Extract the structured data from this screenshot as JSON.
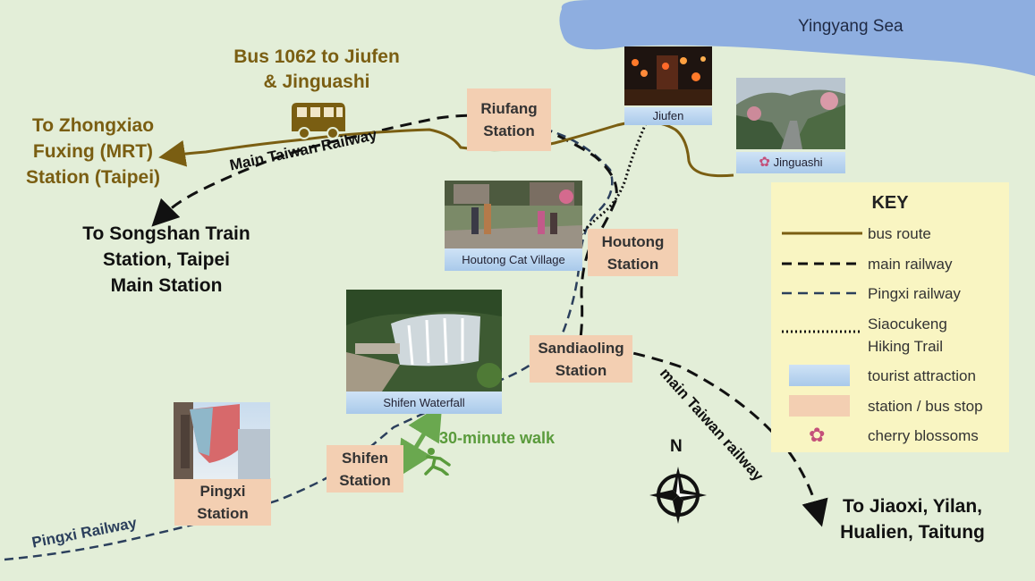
{
  "colors": {
    "background": "#e3eed8",
    "sea": "#8eaee0",
    "bus_route": "#7a5e12",
    "main_railway": "#111111",
    "pingxi_railway": "#2b3f5c",
    "station_fill": "#f3cfb2",
    "attraction_fill": "#c6dcf4",
    "walk_green": "#5a9b3c",
    "key_fill": "#f9f5c2"
  },
  "sea": {
    "label": "Yingyang Sea"
  },
  "labels": {
    "bus_1062": "Bus 1062 to Jiufen\n& Jinguashi",
    "to_zhongxiao": "To Zhongxiao\nFuxing (MRT)\nStation (Taipei)",
    "to_songshan": "To Songshan Train\nStation, Taipei\nMain Station",
    "main_taiwan_railway": "Main Taiwan Railway",
    "main_taiwan_railway_lower": "main Taiwan railway",
    "pingxi_railway": "Pingxi Railway",
    "to_jiaoxi": "To Jiaoxi, Yilan,\nHualien, Taitung",
    "walk": "30-minute walk",
    "compass_n": "N"
  },
  "stations": [
    {
      "id": "riufang",
      "name": "Riufang\nStation"
    },
    {
      "id": "houtong",
      "name": "Houtong\nStation"
    },
    {
      "id": "sandiaoling",
      "name": "Sandiaoling\nStation"
    },
    {
      "id": "shifen",
      "name": "Shifen\nStation"
    },
    {
      "id": "pingxi",
      "name": "Pingxi\nStation"
    }
  ],
  "attractions": [
    {
      "id": "jiufen",
      "name": "Jiufen"
    },
    {
      "id": "jinguashi",
      "name": "Jinguashi"
    },
    {
      "id": "houtong-cat-village",
      "name": "Houtong Cat Village"
    },
    {
      "id": "shifen-waterfall",
      "name": "Shifen Waterfall"
    }
  ],
  "key": {
    "title": "KEY",
    "items": [
      {
        "label": "bus route",
        "type": "line",
        "icon": "bus-route-line"
      },
      {
        "label": "main railway",
        "type": "line",
        "icon": "main-railway-line"
      },
      {
        "label": "Pingxi railway",
        "type": "line",
        "icon": "pingxi-railway-line"
      },
      {
        "label": "Siaocukeng\nHiking Trail",
        "type": "line",
        "icon": "hiking-trail-line"
      },
      {
        "label": "tourist attraction",
        "type": "box",
        "icon": "attraction-swatch"
      },
      {
        "label": "station / bus stop",
        "type": "box",
        "icon": "station-swatch"
      },
      {
        "label": "cherry blossoms",
        "type": "flower",
        "icon": "cherry-blossom-icon"
      }
    ]
  }
}
